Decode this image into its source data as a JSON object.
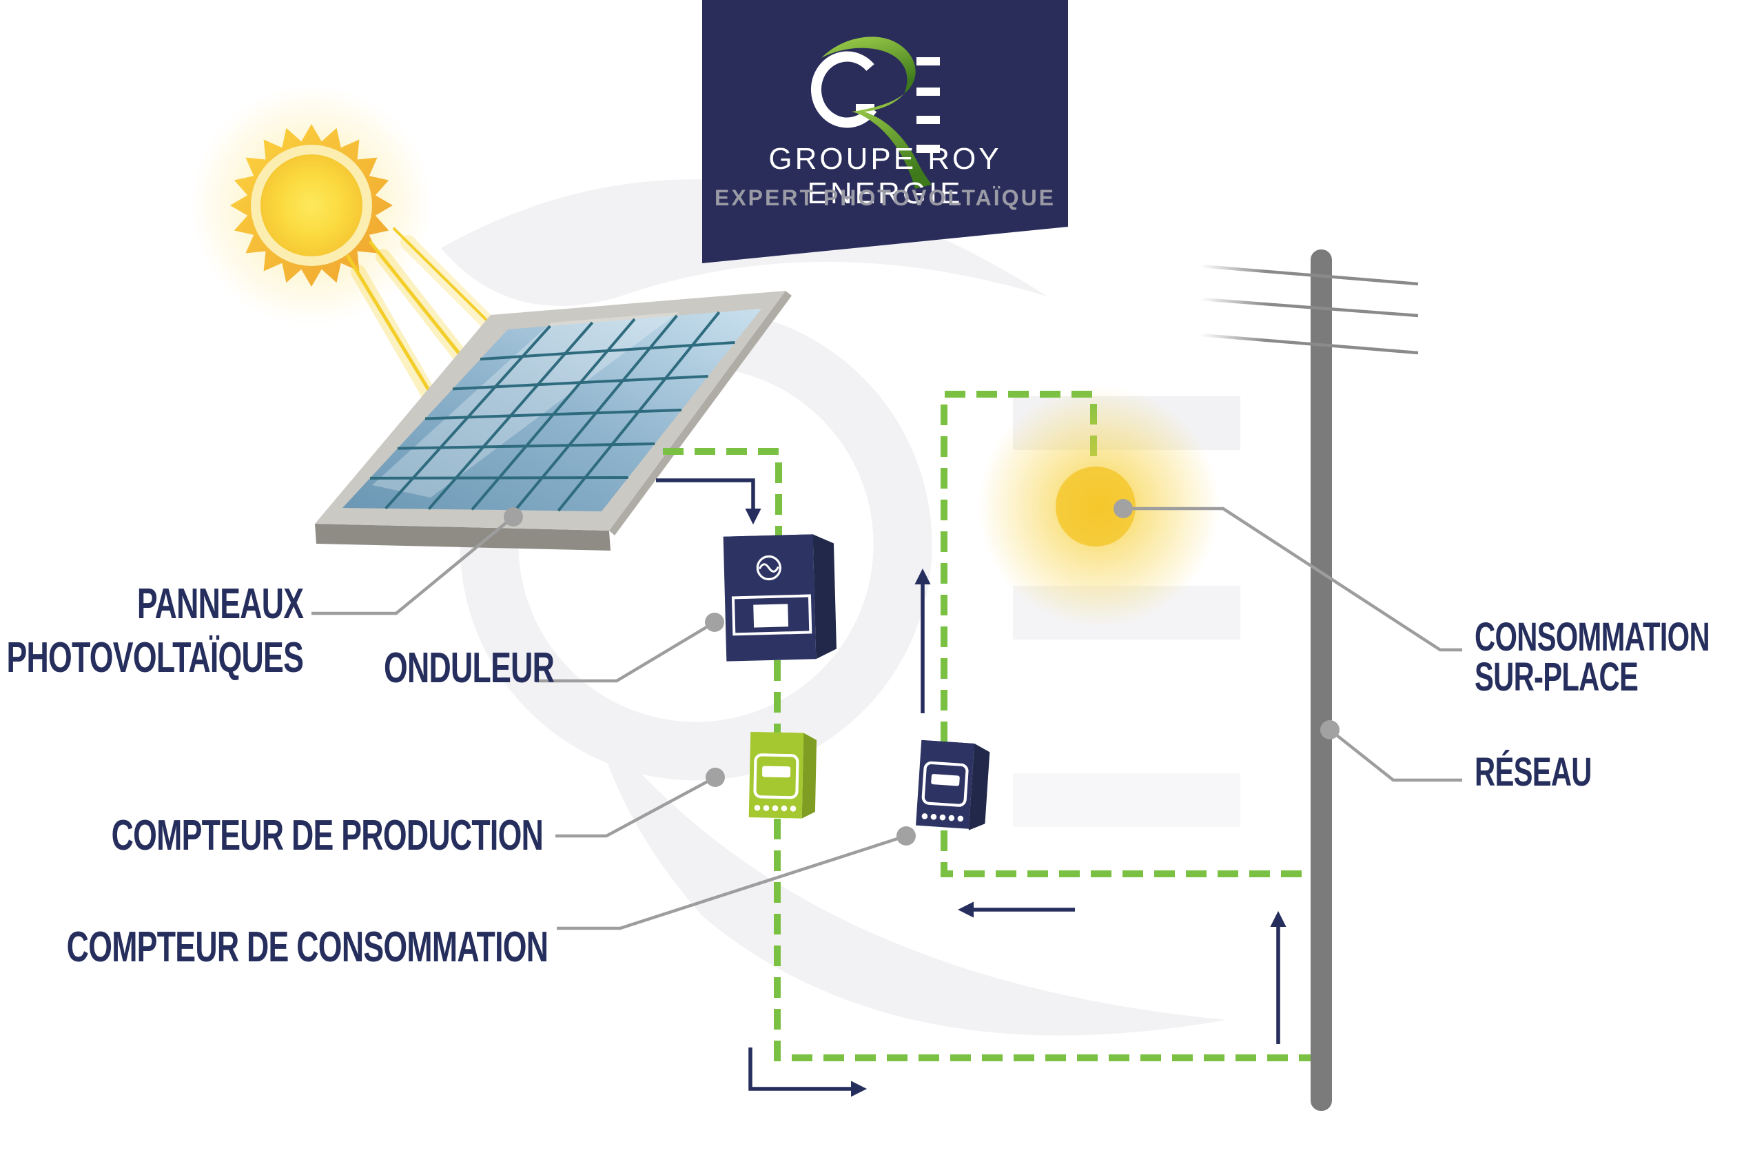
{
  "brand": {
    "monogram": "GRE",
    "name": "GROUPE ROY ENERGIE",
    "tagline": "EXPERT PHOTOVOLTAÏQUE"
  },
  "labels": {
    "panels_line1": "PANNEAUX",
    "panels_line2": "PHOTOVOLTAÏQUES",
    "inverter": "ONDULEUR",
    "production_meter": "COMPTEUR DE PRODUCTION",
    "consumption_meter": "COMPTEUR DE CONSOMMATION",
    "onsite_line1": "CONSOMMATION",
    "onsite_line2": "SUR-PLACE",
    "grid": "RÉSEAU"
  },
  "icons": {
    "sun-icon": "20-point star with radial yellow-orange gradient",
    "sun-rays-icon": "diagonal yellow beams toward panel",
    "solar-panel-icon": "tilted 3d panel, gray frame, 6x6 blue cell grid",
    "inverter-icon": "navy 3d wall box with sine-wave badge and display",
    "sine-wave-icon": "~ inside circle",
    "production-meter-icon": "green 3d meter box, screen and 5 dots",
    "consumption-meter-icon": "navy 3d meter box, screen and 5 dots",
    "onsite-glow-icon": "soft yellow light glow",
    "utility-pole-icon": "gray rounded pole",
    "power-lines-icon": "three sloped wires",
    "watermark-icon": "giant faint GRE logo swirl"
  },
  "colors": {
    "navy": "#252e5c",
    "bannerNavy": "#2a2d5a",
    "green": "#7ac143",
    "meterGreen": "#a5c72f",
    "taglineGray": "#9b9ba6",
    "leaderGray": "#9d9d9d",
    "poleGray": "#7b7b7b",
    "panelBlue": "#7fa9c4",
    "sunYellow": "#f9ce35",
    "logoGreen": "#6fa32c"
  }
}
